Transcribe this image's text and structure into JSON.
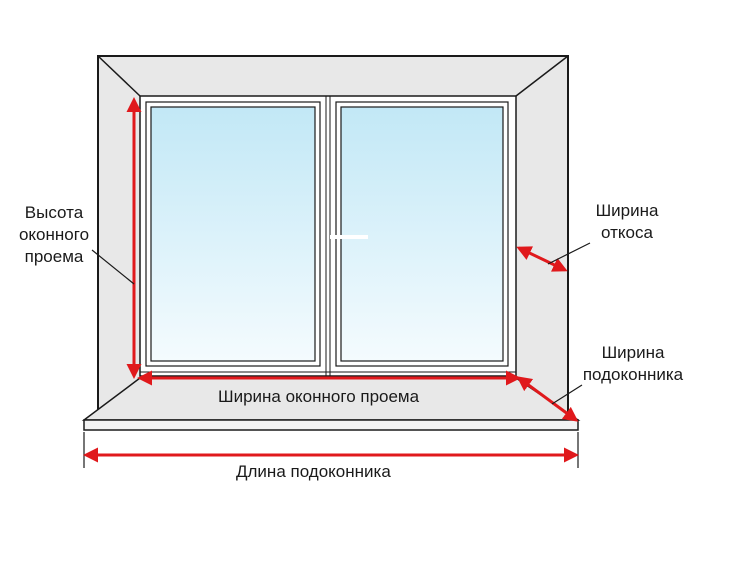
{
  "labels": {
    "opening_height": "Высота\nоконного\nпроема",
    "reveal_width": "Ширина\nоткоса",
    "sill_width": "Ширина\nподоконника",
    "opening_width": "Ширина оконного проема",
    "sill_length": "Длина подоконника"
  },
  "colors": {
    "wall": "#e8e8e8",
    "outline": "#1a1a1a",
    "frame": "#ffffff",
    "glass_top": "#c2e8f6",
    "glass_bottom": "#f4fbfe",
    "arrow": "#e0191c"
  }
}
